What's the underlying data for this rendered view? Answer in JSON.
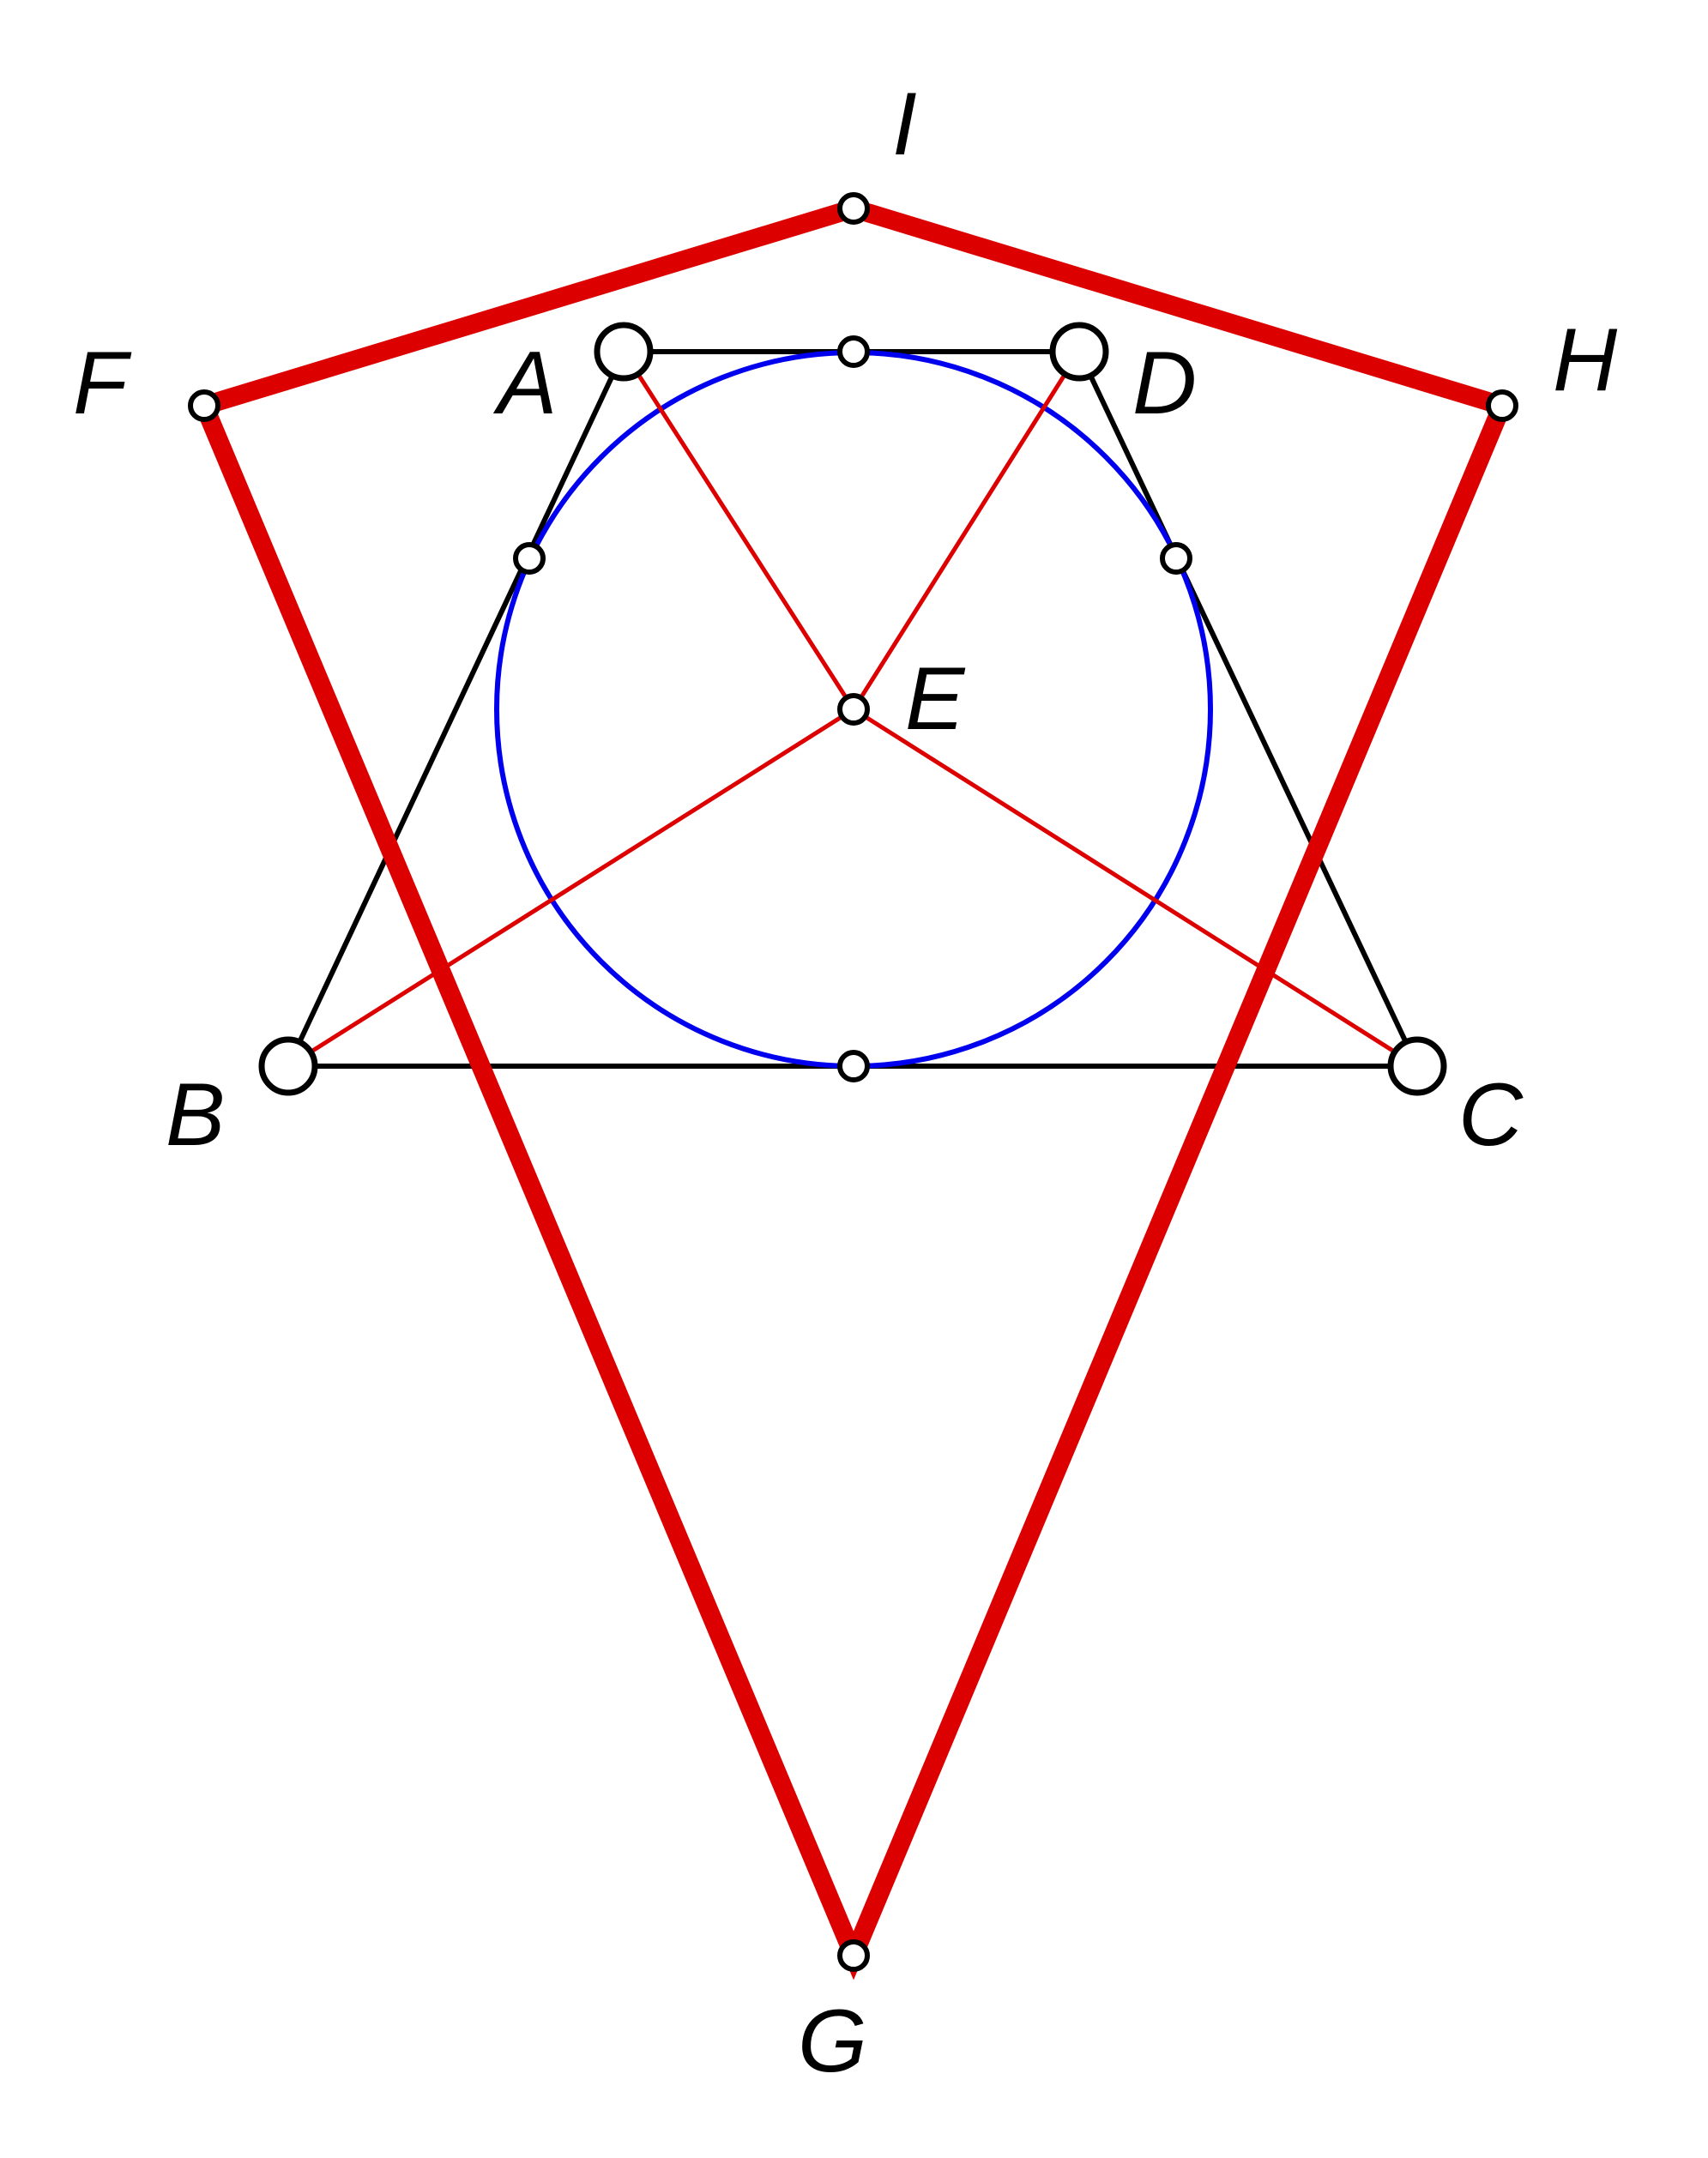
{
  "labels": {
    "A": "A",
    "B": "B",
    "C": "C",
    "D": "D",
    "E": "E",
    "F": "F",
    "G": "G",
    "H": "H",
    "I": "I"
  },
  "colors": {
    "thin_lines": "#000000",
    "red_lines": "#dd0000",
    "circle": "#0000ee",
    "point_fill": "#ffffff",
    "point_stroke": "#000000"
  }
}
